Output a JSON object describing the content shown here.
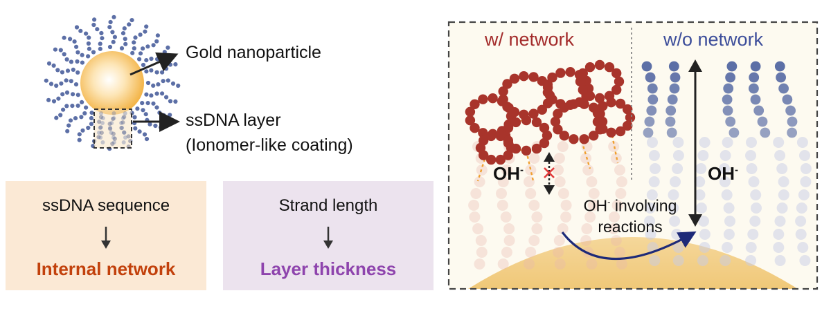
{
  "left": {
    "gold_label": "Gold nanoparticle",
    "ssdna_label": "ssDNA layer",
    "ssdna_sub": "(Ionomer-like coating)"
  },
  "boxes": [
    {
      "top": "ssDNA sequence",
      "bottom": "Internal network",
      "bg": "#fbe9d5",
      "accent": "#c2410c"
    },
    {
      "top": "Strand length",
      "bottom": "Layer thickness",
      "bg": "#ece3ee",
      "accent": "#8e44ad"
    }
  ],
  "right": {
    "with_network": "w/ network",
    "without_network": "w/o network",
    "oh": "OH",
    "oh_charge": "-",
    "reaction_line1_pre": "OH",
    "reaction_line1_post": " involving",
    "reaction_line2": "reactions"
  },
  "colors": {
    "gold": "#f3b54a",
    "dna_blue": "#5c6fa6",
    "dna_red": "#a8342b",
    "network_orange": "#f0a030",
    "network_text": "#a32b2b",
    "blue_text": "#3c4d9a",
    "arrow_navy": "#1e2a78",
    "panel_bg": "#fdfaf0"
  }
}
